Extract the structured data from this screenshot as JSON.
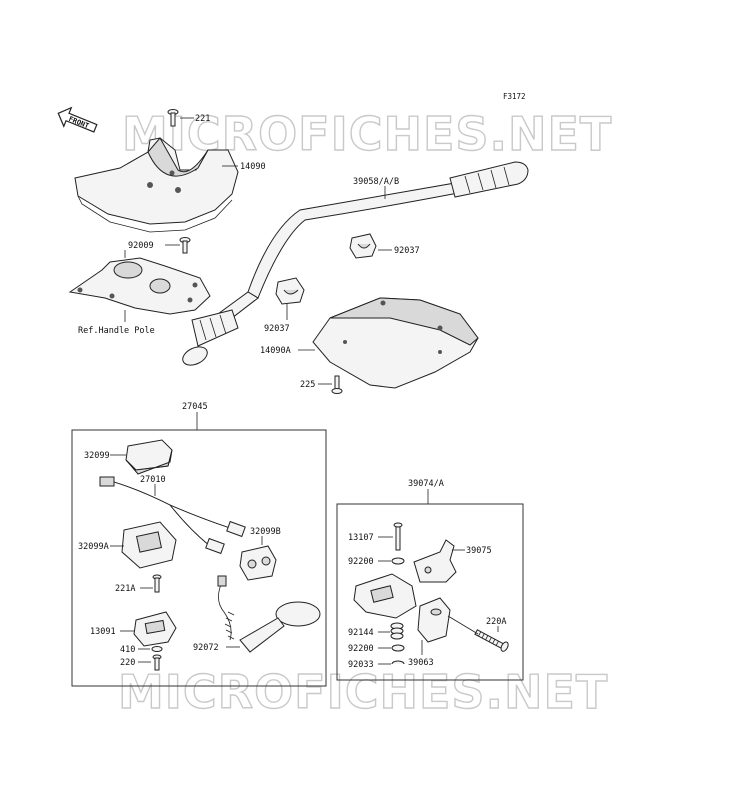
{
  "figure_code": "F3172",
  "front_label": "FRONT",
  "watermark": "MICROFICHES.NET",
  "ref_label": "Ref.Handle Pole",
  "groups": {
    "g27045": "27045",
    "g39074": "39074/A"
  },
  "parts": {
    "p221": "221",
    "p14090": "14090",
    "p39058": "39058/A/B",
    "p92009": "92009",
    "p92037a": "92037",
    "p92037b": "92037",
    "p14090a": "14090A",
    "p225": "225",
    "p32099": "32099",
    "p27010": "27010",
    "p32099a": "32099A",
    "p32099b": "32099B",
    "p221a": "221A",
    "p13091": "13091",
    "p410": "410",
    "p220": "220",
    "p92072": "92072",
    "p13107": "13107",
    "p92200a": "92200",
    "p39075": "39075",
    "p92144": "92144",
    "p92200b": "92200",
    "p92033": "92033",
    "p39063": "39063",
    "p220a": "220A"
  }
}
